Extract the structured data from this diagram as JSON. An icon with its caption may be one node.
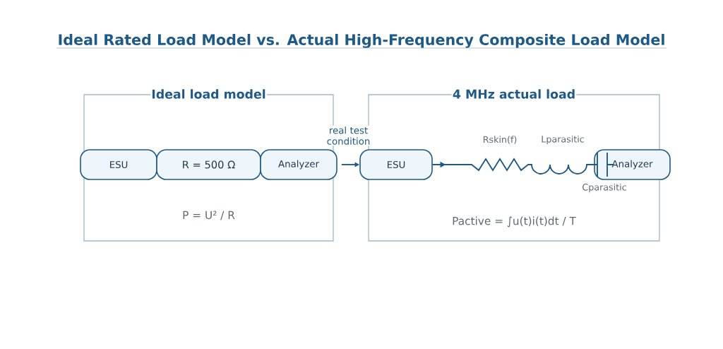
{
  "diagram": {
    "title": "Ideal Rated Load Model vs. Actual High-Frequency Composite Load Model",
    "nodes": [
      {
        "text": [
          "Ideal load model",
          "P = U² / R"
        ]
      },
      {
        "text": [
          "ESU"
        ],
        "in": 0
      },
      {
        "text": [
          "R = 500 Ω"
        ],
        "in": 0
      },
      {
        "text": [
          "Analyzer"
        ],
        "in": 0
      },
      {
        "text": [
          "4 MHz actual load",
          "Pactive = ∫u(t)i(t)dt / T"
        ]
      },
      {
        "text": [
          "ESU"
        ],
        "in": 4
      },
      {
        "text": [
          "Analyzer"
        ]
      }
    ],
    "edges": [
      {
        "from": 3,
        "to": 5,
        "arrow": "to",
        "label": "real test condition"
      },
      {
        "from": 5,
        "to": 6,
        "arrow": "to"
      }
    ],
    "labels": [
      "Rskin(f)",
      "Lparasitic",
      "Cparasitic"
    ]
  }
}
